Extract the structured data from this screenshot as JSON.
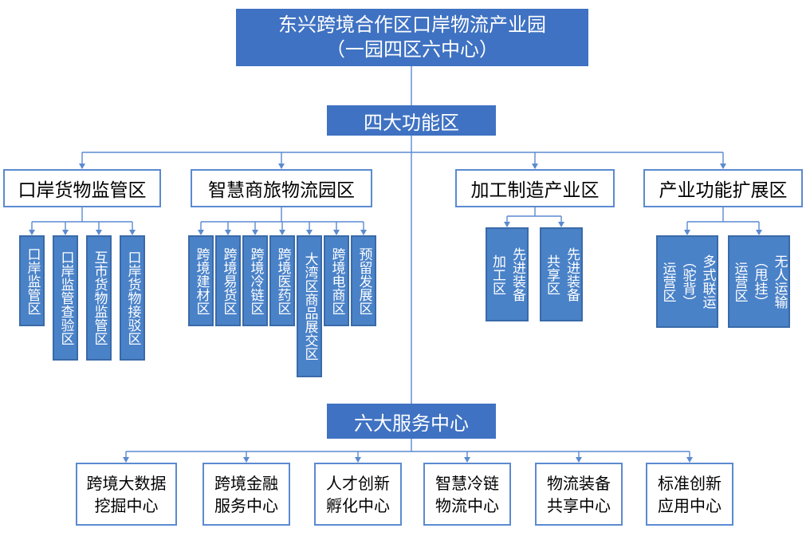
{
  "title": {
    "line1": "东兴跨境合作区口岸物流产业园",
    "line2": "（一园四区六中心）"
  },
  "functional_areas": {
    "label": "四大功能区",
    "zones": [
      {
        "label": "口岸货物监管区",
        "items": [
          [
            "口岸监管区"
          ],
          [
            "口岸监管查验区"
          ],
          [
            "互市货物监管区"
          ],
          [
            "口岸货物接驳区"
          ]
        ]
      },
      {
        "label": "智慧商旅物流园区",
        "items": [
          [
            "跨境建材区"
          ],
          [
            "跨境易货区"
          ],
          [
            "跨境冷链区"
          ],
          [
            "跨境医药区"
          ],
          [
            "大湾区商品展交区"
          ],
          [
            "跨境电商区"
          ],
          [
            "预留发展区"
          ]
        ]
      },
      {
        "label": "加工制造产业区",
        "items": [
          [
            "先进装备",
            "加工区"
          ],
          [
            "先进装备",
            "共享区"
          ]
        ]
      },
      {
        "label": "产业功能扩展区",
        "items": [
          [
            "多式联运",
            "（驼背）",
            "运营区"
          ],
          [
            "无人运输",
            "（甩挂）",
            "运营区"
          ]
        ]
      }
    ]
  },
  "service_centers": {
    "label": "六大服务中心",
    "centers": [
      [
        "跨境大数据",
        "挖掘中心"
      ],
      [
        "跨境金融",
        "服务中心"
      ],
      [
        "人才创新",
        "孵化中心"
      ],
      [
        "智慧冷链",
        "物流中心"
      ],
      [
        "物流装备",
        "共享中心"
      ],
      [
        "标准创新",
        "应用中心"
      ]
    ]
  },
  "colors": {
    "header_fill": "#3f72c2",
    "item_fill": "#4a82c8",
    "connector": "#5b8ad0",
    "box_border": "#5b8ad0"
  }
}
